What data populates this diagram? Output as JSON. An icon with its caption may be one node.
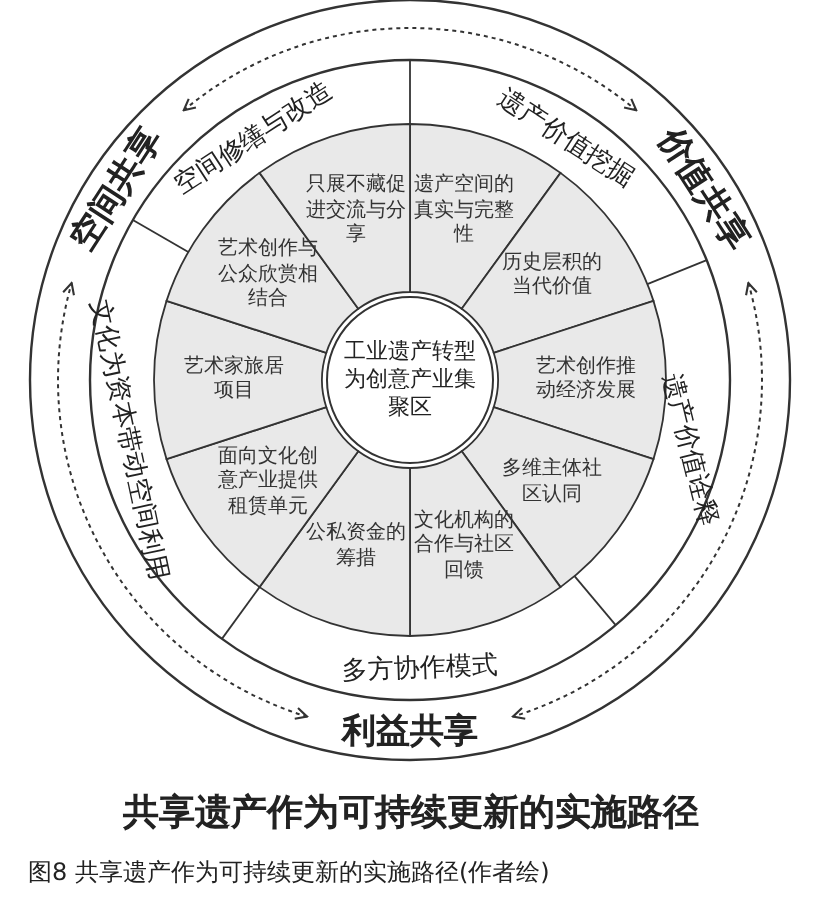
{
  "diagram": {
    "title": "共享遗产作为可持续更新的实施路径",
    "caption": "图8 共享遗产作为可持续更新的实施路径(作者绘)",
    "nodes": [
      {
        "text": [
          "空间共享"
        ]
      },
      {
        "text": [
          "价值共享"
        ]
      },
      {
        "text": [
          "利益共享"
        ]
      },
      {
        "text": [
          "空间修缮与改造"
        ]
      },
      {
        "text": [
          "遗产价值挖掘"
        ]
      },
      {
        "text": [
          "遗产价值诠释"
        ]
      },
      {
        "text": [
          "多方协作模式"
        ]
      },
      {
        "text": [
          "文化为资本带动空间利用"
        ]
      },
      {
        "text": [
          "只展不藏促进交流与分享"
        ]
      },
      {
        "text": [
          "遗产空间的真实与完整性"
        ]
      },
      {
        "text": [
          "历史层积的当代价值"
        ]
      },
      {
        "text": [
          "艺术创作推动经济发展"
        ]
      },
      {
        "text": [
          "多维主体社区认同"
        ]
      },
      {
        "text": [
          "文化机构的合作与社区回馈"
        ]
      },
      {
        "text": [
          "公私资金的筹措"
        ]
      },
      {
        "text": [
          "面向文化创意产业提供租赁单元"
        ]
      },
      {
        "text": [
          "艺术家旅居项目"
        ]
      },
      {
        "text": [
          "艺术创作与公众欣赏相结合"
        ]
      },
      {
        "text": [
          "工业遗产转型为创意产业集聚区"
        ]
      }
    ],
    "edges": [
      {
        "from": 0,
        "to": 1,
        "arrow": "both",
        "style": "dashed"
      },
      {
        "from": 1,
        "to": 2,
        "arrow": "both",
        "style": "dashed"
      },
      {
        "from": 2,
        "to": 0,
        "arrow": "both",
        "style": "dashed"
      }
    ]
  }
}
